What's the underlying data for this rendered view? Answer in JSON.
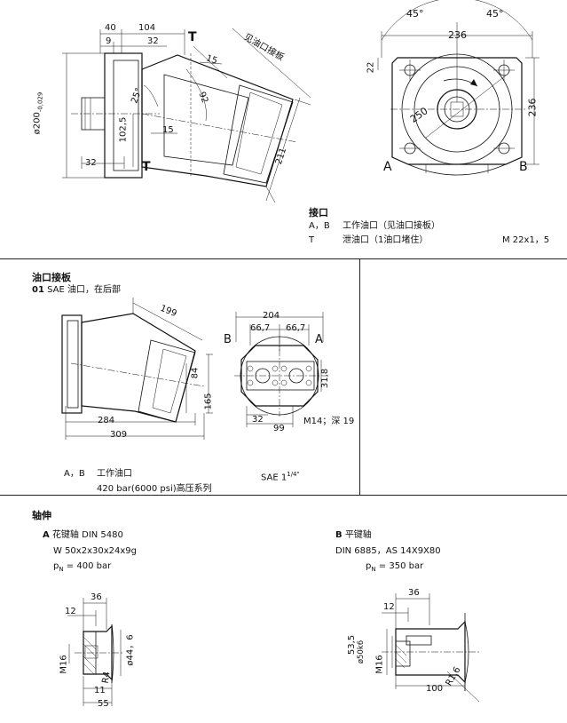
{
  "top_drawing": {
    "dims": {
      "d40": "40",
      "d104": "104",
      "d9": "9",
      "d32a": "32",
      "d15a": "15",
      "d25": "25°",
      "d92": "92",
      "d102_5": "102,5",
      "d15b": "15",
      "d32b": "32",
      "d211": "211",
      "d200_main": "ø200",
      "d200_tol": "-0,029"
    },
    "label_T_top": "T",
    "label_T_bottom": "T",
    "see_port_plate": "见油口接板"
  },
  "front_view": {
    "angle_left": "45°",
    "angle_right": "45°",
    "d236_top": "236",
    "d236_right": "236",
    "d22": "22",
    "d250": "250",
    "label_A": "A",
    "label_B": "B"
  },
  "ports": {
    "title": "接口",
    "row1_code": "A，B",
    "row1_desc": "工作油口（见油口接板）",
    "row2_code": "T",
    "row2_desc": "泄油口（1油口堵住）",
    "row2_thread": "M 22x1，5"
  },
  "port_plate": {
    "title": "油口接板",
    "subtitle_num": "01",
    "subtitle_text": "SAE 油口，在后部",
    "dims": {
      "d199": "199",
      "d84": "84",
      "d165": "165",
      "d284": "284",
      "d309": "309"
    },
    "plate_dims": {
      "d204": "204",
      "d66_7a": "66,7",
      "d66_7b": "66,7",
      "d31_8": "31,8",
      "d32": "32",
      "d99": "99",
      "thread": "M14；深 19"
    },
    "plate_label_B": "B",
    "plate_label_A": "A",
    "work_code": "A，B",
    "work_desc": "工作油口",
    "work_sae": "SAE 1",
    "work_sae_frac": "1/4\"",
    "work_pressure": "420 bar(6000 psi)高压系列"
  },
  "shaft": {
    "title": "轴伸",
    "A": {
      "letter": "A",
      "name": "花键轴 DIN 5480",
      "spec": "W 50x2x30x24x9g",
      "pn_label": "p",
      "pn_sub": "N",
      "pn_value": "= 400 bar",
      "dims": {
        "d36": "36",
        "d12": "12",
        "d44_6": "ø44，6",
        "dM16": "M16",
        "dR4": "R4",
        "d11": "11",
        "d55": "55"
      }
    },
    "B": {
      "letter": "B",
      "name": "平键轴",
      "spec": "DIN 6885，AS 14X9X80",
      "pn_label": "p",
      "pn_sub": "N",
      "pn_value": "= 350 bar",
      "dims": {
        "d36": "36",
        "d12": "12",
        "d53_5": "53,5",
        "d50": "ø50k6",
        "dM16": "M16",
        "dR1_6": "R1,6",
        "d100": "100"
      }
    }
  }
}
